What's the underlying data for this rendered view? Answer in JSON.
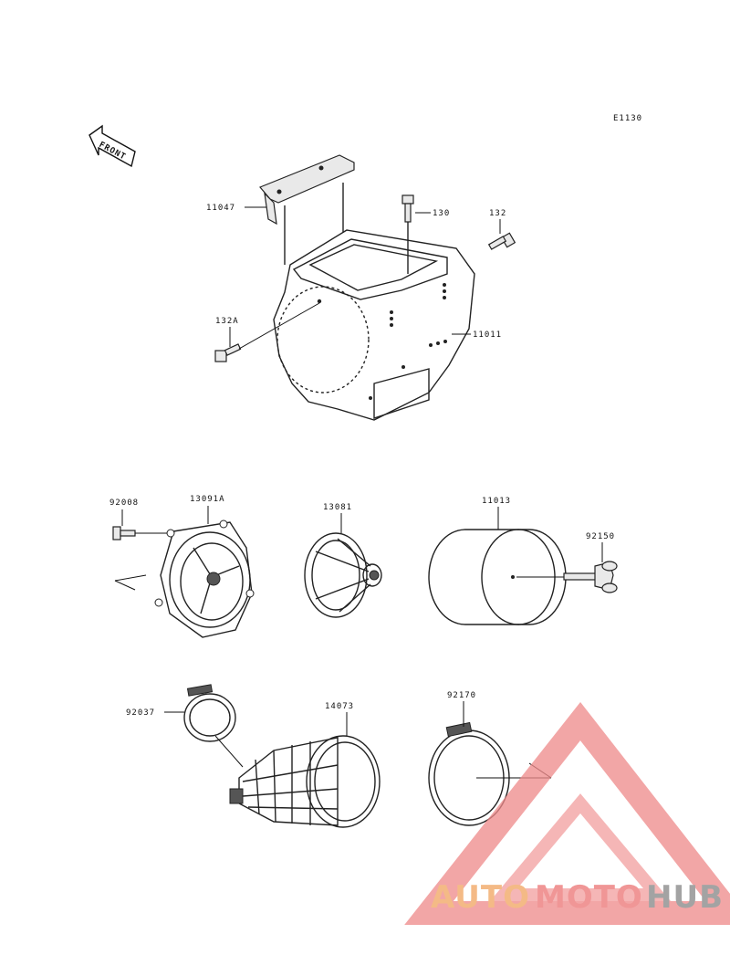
{
  "diagram": {
    "code": "E1130",
    "front_label": "FRONT",
    "parts": {
      "p11047": "11047",
      "p130": "130",
      "p132": "132",
      "p132a": "132A",
      "p11011": "11011",
      "p92008": "92008",
      "p13091a": "13091A",
      "p13081": "13081",
      "p11013": "11013",
      "p92150": "92150",
      "p92037": "92037",
      "p14073": "14073",
      "p92170": "92170"
    }
  },
  "watermark": {
    "part1": "AUTO",
    "part2": "MOTO",
    "part3": "HUB",
    "colors": {
      "orange": "#f3b37a",
      "red": "#ef8b8b",
      "gray": "#9a9a9a"
    }
  }
}
